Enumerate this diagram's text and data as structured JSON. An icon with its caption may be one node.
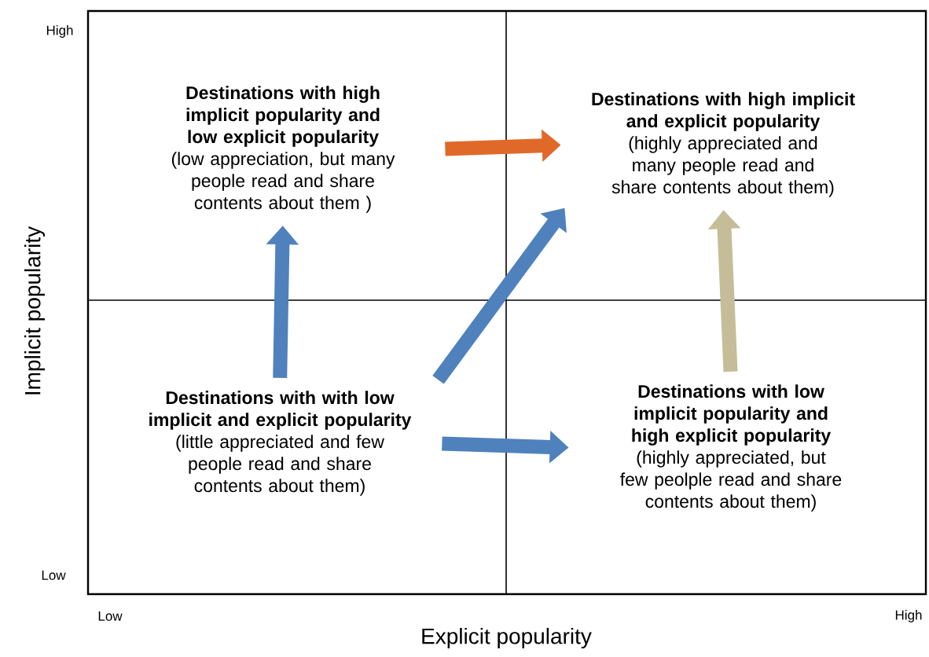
{
  "diagram": {
    "nodes": [
      {
        "text": [
          "Destinations with high implicit popularity and low explicit popularity",
          "(low appreciation, but many people read and share contents about them )"
        ]
      },
      {
        "text": [
          "Destinations with high implicit and explicit popularity",
          "(highly appreciated and many people read and share contents about them)"
        ]
      },
      {
        "text": [
          "Destinations with with low implicit and explicit popularity",
          "(little appreciated and few people read and share contents about them)"
        ]
      },
      {
        "text": [
          "Destinations with low implicit popularity and high explicit popularity",
          "(highly appreciated, but few peolple read and share contents about them)"
        ]
      }
    ],
    "edges": [
      {
        "from": 0,
        "to": 1,
        "arrow": "to",
        "color": "#e0692a"
      },
      {
        "from": 2,
        "to": 0,
        "arrow": "to"
      },
      {
        "from": 2,
        "to": 1,
        "arrow": "to"
      },
      {
        "from": 2,
        "to": 3,
        "arrow": "to"
      },
      {
        "from": 3,
        "to": 1,
        "arrow": "to",
        "color": "#c4bd97"
      }
    ],
    "labels": [
      "High",
      "Implicit popularity",
      "Low",
      "Low",
      "Explicit popularity",
      "High"
    ]
  }
}
